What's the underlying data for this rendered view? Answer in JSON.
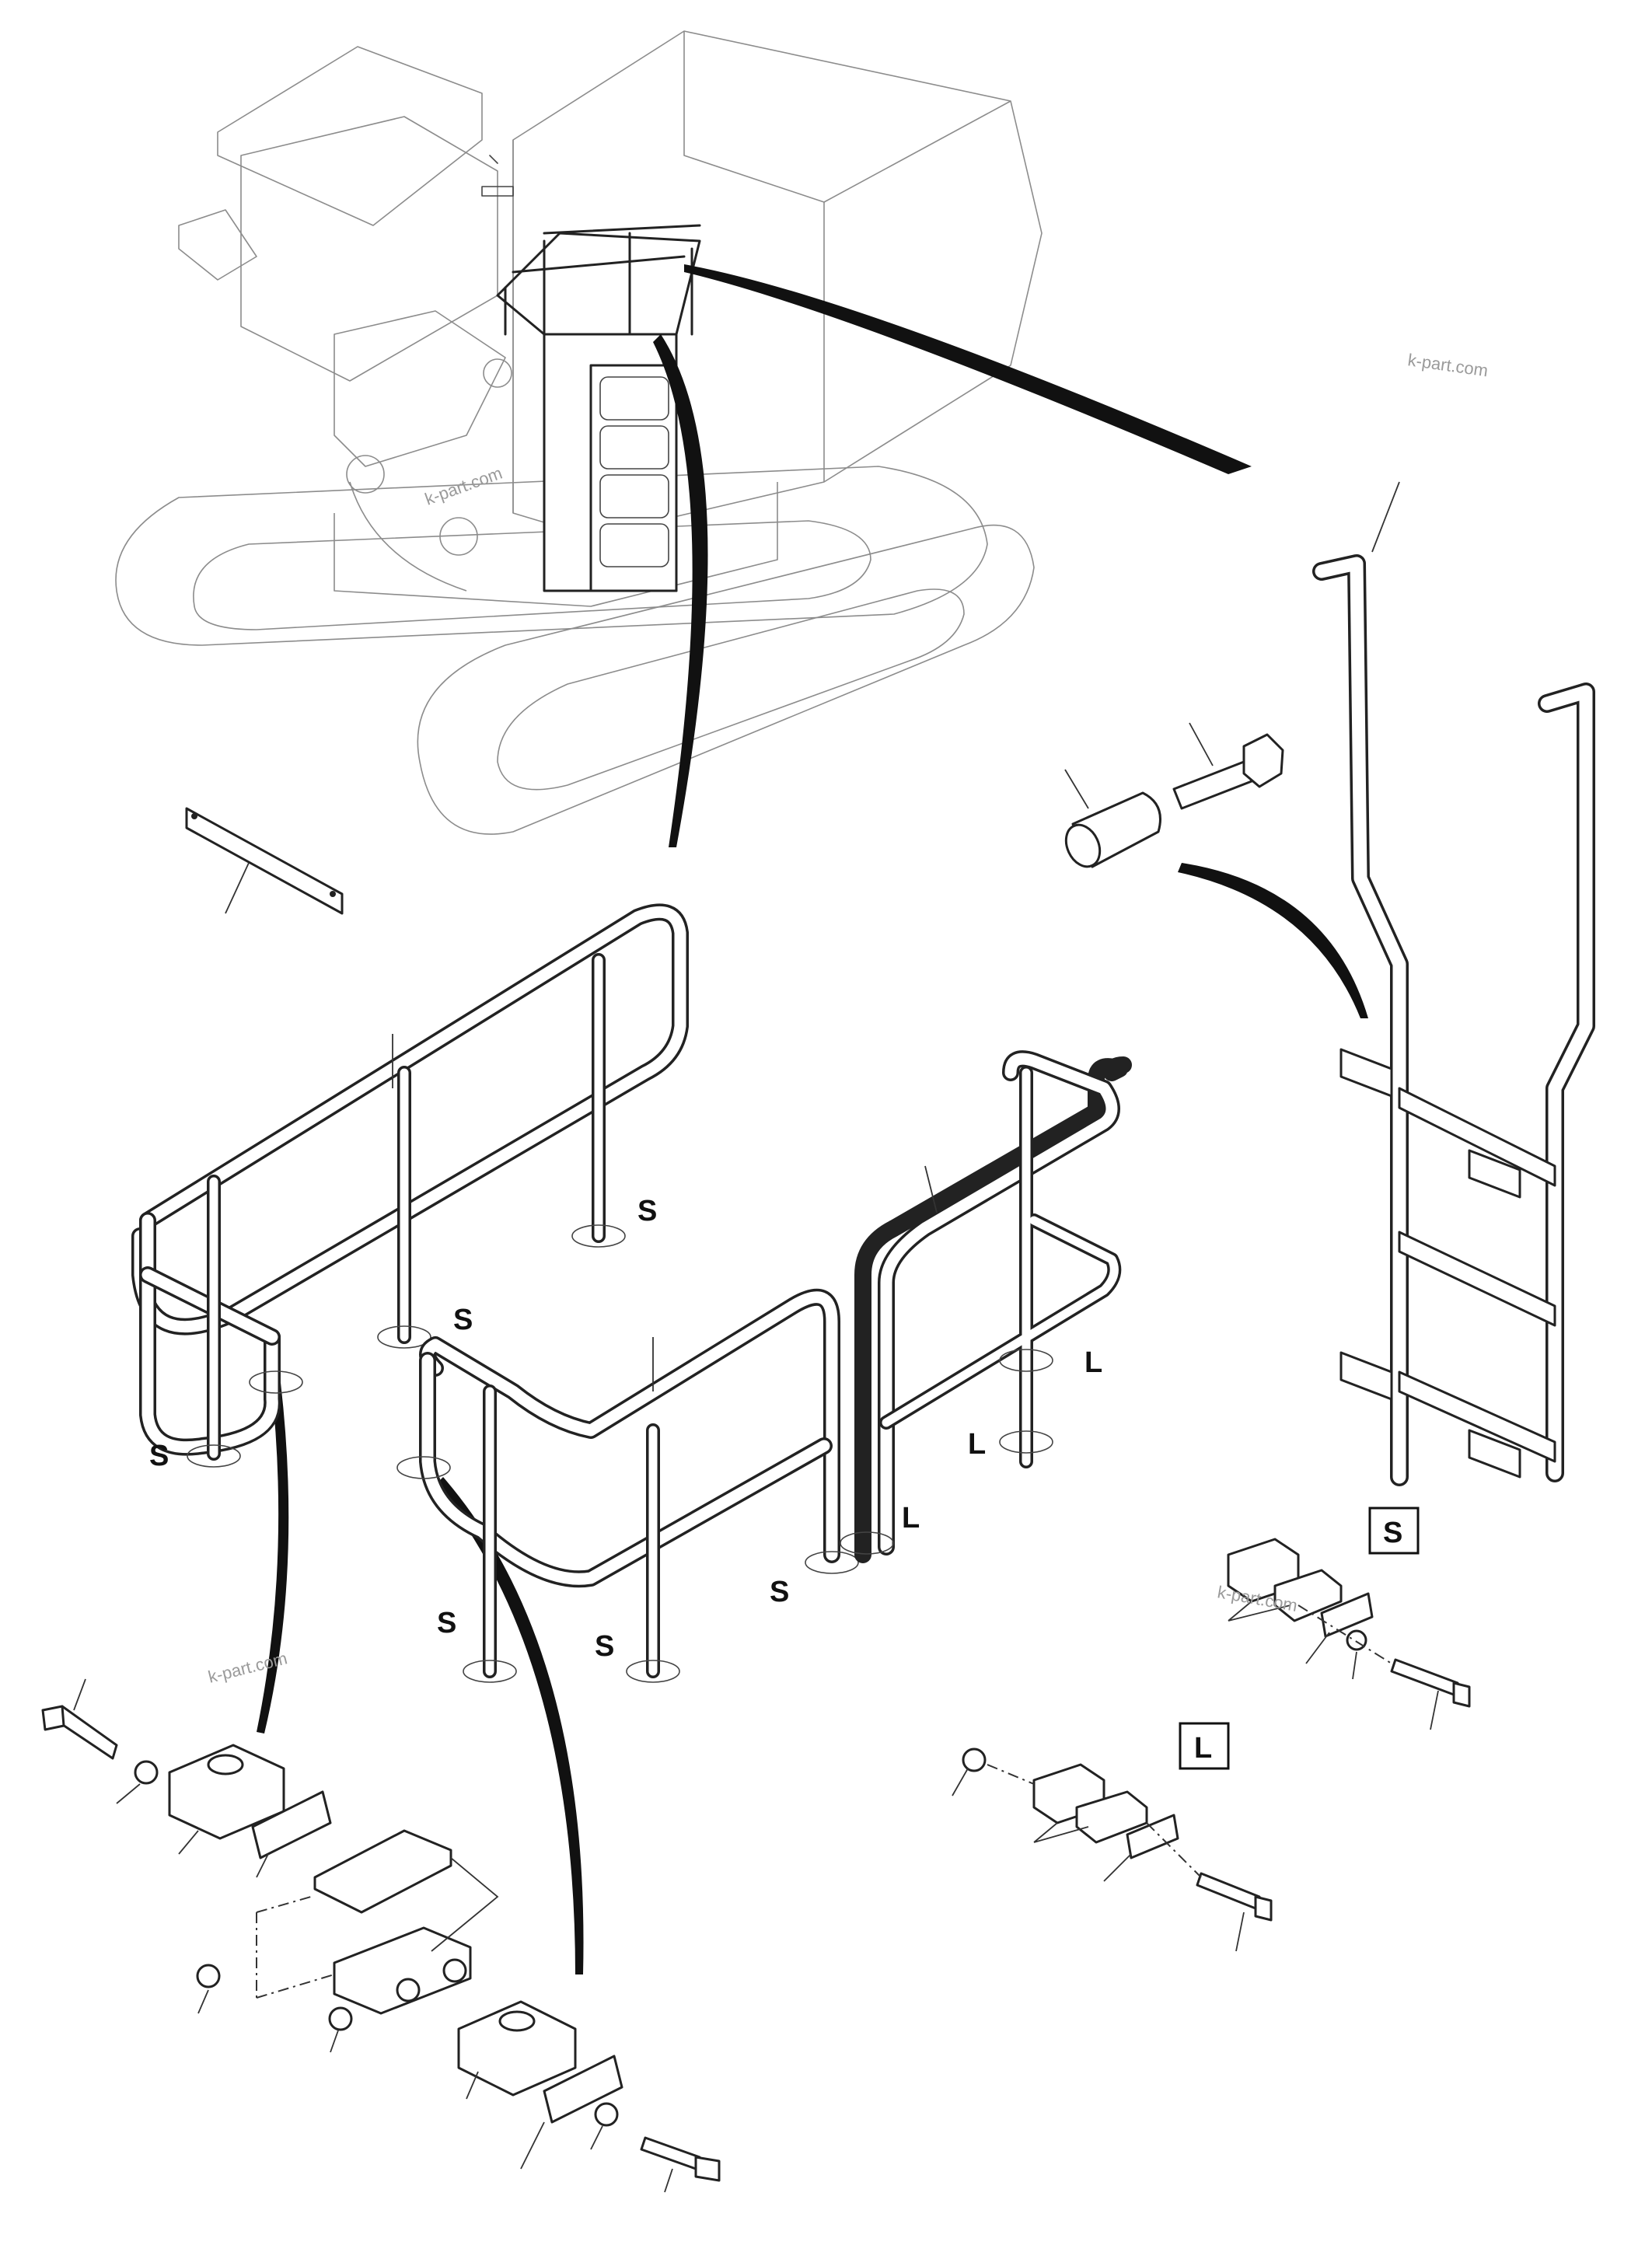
{
  "watermark": "k-part.com",
  "labels": {
    "s": "S",
    "l": "L",
    "box_s": "S",
    "box_l": "L"
  }
}
